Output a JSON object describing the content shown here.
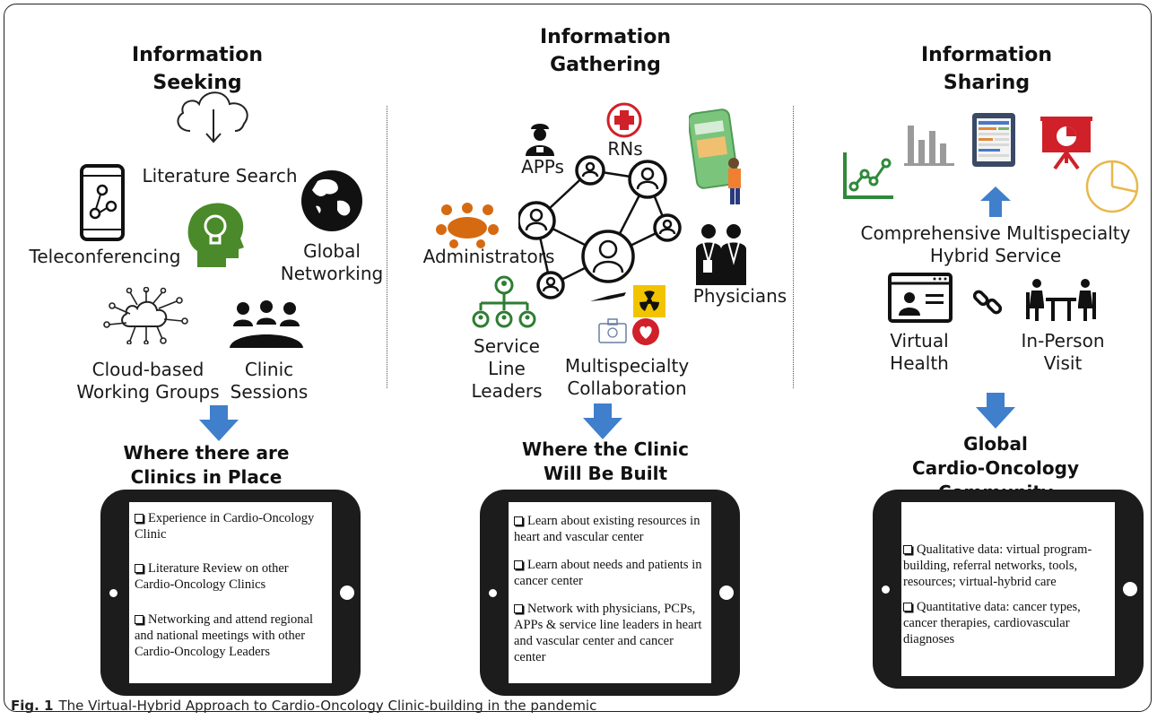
{
  "colors": {
    "arrow": "#3f7fcb",
    "green": "#4a8a2a",
    "red": "#d0202a",
    "orange": "#d66a10",
    "tablet": "#1c1c1c"
  },
  "columns": [
    {
      "header": "Information\nSeeking",
      "labels": {
        "literature_search": "Literature Search",
        "teleconferencing": "Teleconferencing",
        "global_networking": "Global\nNetworking",
        "cloud_groups": "Cloud-based\nWorking Groups",
        "clinic_sessions": "Clinic\nSessions"
      },
      "destination": "Where there are\nClinics in Place",
      "bullets": [
        "Experience in Cardio-Oncology Clinic",
        "Literature Review on other Cardio-Oncology Clinics",
        "Networking and attend regional and national meetings with other Cardio-Oncology Leaders"
      ]
    },
    {
      "header": "Information\nGathering",
      "labels": {
        "rns": "RNs",
        "apps": "APPs",
        "administrators": "Administrators",
        "physicians": "Physicians",
        "service_line_leaders": "Service\nLine\nLeaders",
        "multispecialty": "Multispecialty\nCollaboration"
      },
      "destination": "Where the Clinic\nWill Be Built",
      "bullets": [
        "Learn about existing resources in heart and vascular center",
        "Learn about needs and patients in cancer center",
        "Network with physicians, PCPs, APPs & service line leaders in heart and vascular center and cancer center"
      ]
    },
    {
      "header": "Information\nSharing",
      "labels": {
        "comprehensive": "Comprehensive Multispecialty\nHybrid Service",
        "virtual_health": "Virtual\nHealth",
        "in_person": "In-Person\nVisit"
      },
      "destination": "Global\nCardio-Oncology Community",
      "bullets": [
        "Qualitative data: virtual program-building,  referral networks, tools, resources; virtual-hybrid care",
        "Quantitative data: cancer types, cancer therapies, cardiovascular diagnoses"
      ]
    }
  ],
  "caption": {
    "label": "Fig. 1",
    "text": "The Virtual-Hybrid Approach to Cardio-Oncology Clinic-building in the pandemic"
  },
  "icons": [
    "cloud-download-icon",
    "smartphone-network-icon",
    "head-lightbulb-icon",
    "globe-icon",
    "cloud-network-icon",
    "meeting-group-icon",
    "nurse-icon",
    "red-cross-icon",
    "tablet-user-icon",
    "conference-table-icon",
    "people-network-icon",
    "doctors-icon",
    "org-chart-icon",
    "scalpel-icon",
    "radiation-icon",
    "medical-bag-icon",
    "heart-icon",
    "line-chart-icon",
    "bar-chart-icon",
    "report-tablet-icon",
    "presentation-icon",
    "pie-chart-icon",
    "video-call-icon",
    "link-icon",
    "meeting-table-icon",
    "down-arrow-icon"
  ]
}
